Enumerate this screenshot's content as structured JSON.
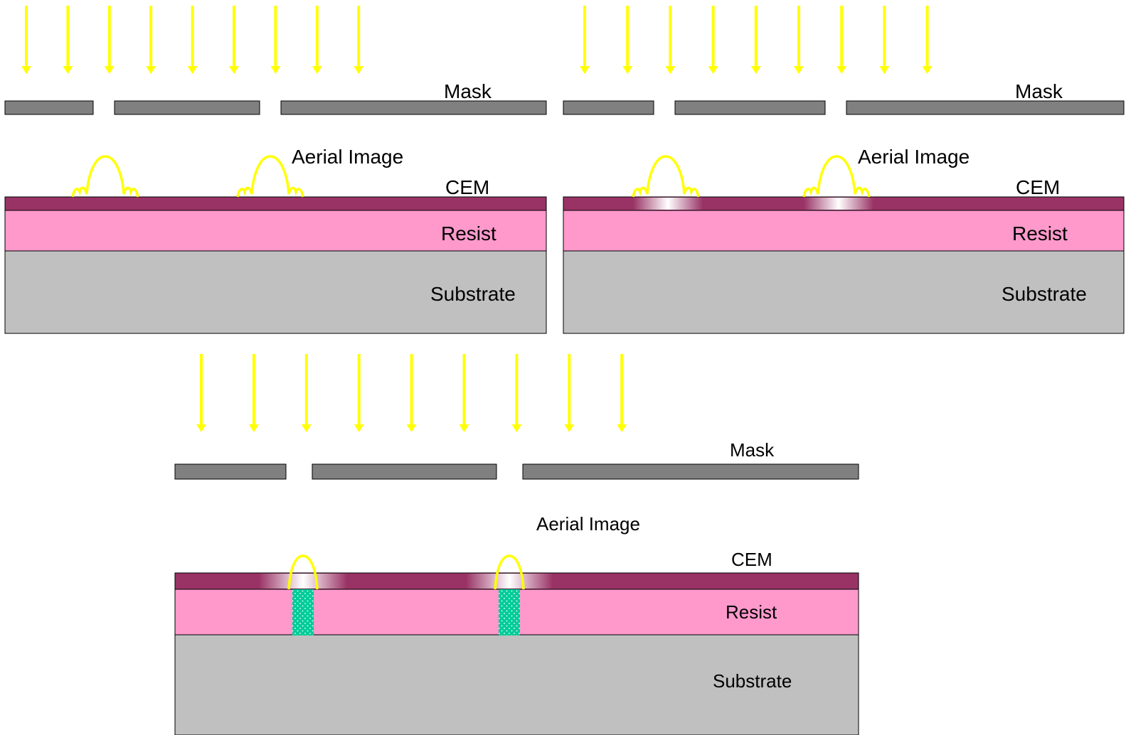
{
  "colors": {
    "light_arrow": "#ffff00",
    "mask": "#808080",
    "cem": "#993366",
    "resist": "#ff99cc",
    "substrate": "#c0c0c0",
    "exposed_resist": "#00cc99",
    "aerial_image": "#ffff00"
  },
  "panels": [
    {
      "id": "panel-1",
      "labels": {
        "mask": "Mask",
        "aerial_image": "Aerial Image",
        "cem": "CEM",
        "resist": "Resist",
        "substrate": "Substrate"
      },
      "cem_bleached": false,
      "resist_exposed": false,
      "aerial_profile": "broad-with-side-lobes"
    },
    {
      "id": "panel-2",
      "labels": {
        "mask": "Mask",
        "aerial_image": "Aerial Image",
        "cem": "CEM",
        "resist": "Resist",
        "substrate": "Substrate"
      },
      "cem_bleached": true,
      "resist_exposed": false,
      "aerial_profile": "broad-with-side-lobes"
    },
    {
      "id": "panel-3",
      "labels": {
        "mask": "Mask",
        "aerial_image": "Aerial Image",
        "cem": "CEM",
        "resist": "Resist",
        "substrate": "Substrate"
      },
      "cem_bleached": true,
      "resist_exposed": true,
      "aerial_profile": "narrow"
    }
  ]
}
